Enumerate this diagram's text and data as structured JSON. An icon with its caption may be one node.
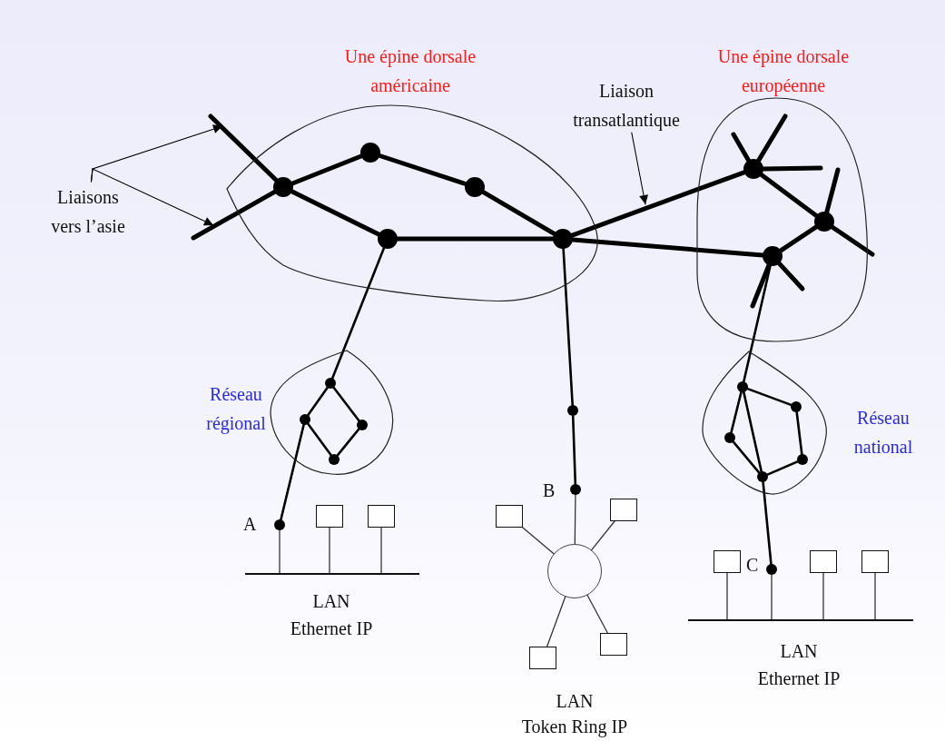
{
  "diagram": {
    "nodes": [
      {
        "text": [
          "Une épine dorsale américaine"
        ]
      },
      {
        "text": [
          "Une épine dorsale européenne"
        ]
      },
      {
        "text": [
          "Réseau régional"
        ]
      },
      {
        "text": [
          "Réseau national"
        ]
      },
      {
        "text": [],
        "shape": "dot",
        "in": 0
      },
      {
        "text": [],
        "shape": "dot",
        "in": 0
      },
      {
        "text": [],
        "shape": "dot",
        "in": 0
      },
      {
        "text": [],
        "shape": "dot",
        "in": 0
      },
      {
        "text": [],
        "shape": "dot",
        "in": 0
      },
      {
        "text": [
          "Liaisons vers l’asie"
        ]
      },
      {
        "text": [
          "Liaison transatlantique"
        ]
      },
      {
        "text": [],
        "shape": "dot",
        "in": 1
      },
      {
        "text": [],
        "shape": "dot",
        "in": 1
      },
      {
        "text": [],
        "shape": "dot",
        "in": 1
      },
      {
        "text": [],
        "shape": "dot",
        "in": 2
      },
      {
        "text": [],
        "shape": "dot",
        "in": 2
      },
      {
        "text": [],
        "shape": "dot",
        "in": 2
      },
      {
        "text": [],
        "shape": "dot",
        "in": 2
      },
      {
        "text": [],
        "shape": "dot",
        "in": 3
      },
      {
        "text": [],
        "shape": "dot",
        "in": 3
      },
      {
        "text": [],
        "shape": "dot",
        "in": 3
      },
      {
        "text": [],
        "shape": "dot",
        "in": 3
      },
      {
        "text": [],
        "shape": "dot",
        "in": 3
      },
      {
        "text": [],
        "shape": "dot"
      },
      {
        "text": [],
        "shape": "dot",
        "beside": [
          "B"
        ]
      },
      {
        "text": [],
        "shape": "dot",
        "beside": [
          "A"
        ]
      },
      {
        "text": [],
        "shape": "box"
      },
      {
        "text": [],
        "shape": "box"
      },
      {
        "text": [],
        "shape": "bar"
      },
      {
        "text": [],
        "shape": "circle"
      },
      {
        "text": [],
        "shape": "box"
      },
      {
        "text": [],
        "shape": "box"
      },
      {
        "text": [],
        "shape": "box"
      },
      {
        "text": [],
        "shape": "box"
      },
      {
        "text": [],
        "shape": "dot",
        "beside": [
          "C"
        ]
      },
      {
        "text": [],
        "shape": "box"
      },
      {
        "text": [],
        "shape": "box"
      },
      {
        "text": [],
        "shape": "box"
      },
      {
        "text": [],
        "shape": "bar"
      }
    ],
    "edges": [
      {
        "from": 4,
        "to": 5,
        "arrow": "none",
        "style": "thick"
      },
      {
        "from": 5,
        "to": 6,
        "arrow": "none",
        "style": "thick"
      },
      {
        "from": 6,
        "to": 8,
        "arrow": "none",
        "style": "thick"
      },
      {
        "from": 4,
        "to": 7,
        "arrow": "none",
        "style": "thick"
      },
      {
        "from": 7,
        "to": 8,
        "arrow": "none",
        "style": "thick"
      },
      {
        "from": 8,
        "to": 11,
        "arrow": "none",
        "style": "thick"
      },
      {
        "from": 8,
        "to": 13,
        "arrow": "none",
        "style": "thick"
      },
      {
        "from": 11,
        "to": 12,
        "arrow": "none",
        "style": "thick"
      },
      {
        "from": 12,
        "to": 13,
        "arrow": "none",
        "style": "thick"
      },
      {
        "from": 4,
        "to": null,
        "arrow": "none",
        "style": "thick"
      },
      {
        "from": 4,
        "to": null,
        "arrow": "none",
        "style": "thick"
      },
      {
        "from": 11,
        "to": null,
        "arrow": "none",
        "style": "thick"
      },
      {
        "from": 11,
        "to": null,
        "arrow": "none",
        "style": "thick"
      },
      {
        "from": 11,
        "to": null,
        "arrow": "none",
        "style": "thick"
      },
      {
        "from": 12,
        "to": null,
        "arrow": "none",
        "style": "thick"
      },
      {
        "from": 12,
        "to": null,
        "arrow": "none",
        "style": "thick"
      },
      {
        "from": 13,
        "to": null,
        "arrow": "none",
        "style": "thick"
      },
      {
        "from": 13,
        "to": null,
        "arrow": "none",
        "style": "thick"
      },
      {
        "from": 9,
        "to": null,
        "arrow": "to"
      },
      {
        "from": 9,
        "to": null,
        "arrow": "to"
      },
      {
        "from": 10,
        "to": null,
        "arrow": "to"
      },
      {
        "from": 7,
        "to": 14,
        "arrow": "none"
      },
      {
        "from": 14,
        "to": 15,
        "arrow": "none"
      },
      {
        "from": 14,
        "to": 16,
        "arrow": "none"
      },
      {
        "from": 16,
        "to": 17,
        "arrow": "none"
      },
      {
        "from": 15,
        "to": 17,
        "arrow": "none"
      },
      {
        "from": 15,
        "to": 25,
        "arrow": "none"
      },
      {
        "from": 8,
        "to": 23,
        "arrow": "none"
      },
      {
        "from": 23,
        "to": 24,
        "arrow": "none"
      },
      {
        "from": 13,
        "to": 18,
        "arrow": "none"
      },
      {
        "from": 18,
        "to": 19,
        "arrow": "none"
      },
      {
        "from": 19,
        "to": 21,
        "arrow": "none"
      },
      {
        "from": 21,
        "to": 22,
        "arrow": "none"
      },
      {
        "from": 22,
        "to": 20,
        "arrow": "none"
      },
      {
        "from": 20,
        "to": 18,
        "arrow": "none"
      },
      {
        "from": 18,
        "to": 22,
        "arrow": "none"
      },
      {
        "from": 22,
        "to": 34,
        "arrow": "none"
      },
      {
        "from": 25,
        "to": 28,
        "arrow": "none"
      },
      {
        "from": 26,
        "to": 28,
        "arrow": "none"
      },
      {
        "from": 27,
        "to": 28,
        "arrow": "none"
      },
      {
        "from": 24,
        "to": 29,
        "arrow": "none"
      },
      {
        "from": 29,
        "to": 30,
        "arrow": "none"
      },
      {
        "from": 29,
        "to": 31,
        "arrow": "none"
      },
      {
        "from": 29,
        "to": 32,
        "arrow": "none"
      },
      {
        "from": 29,
        "to": 33,
        "arrow": "none"
      },
      {
        "from": 35,
        "to": 38,
        "arrow": "none"
      },
      {
        "from": 34,
        "to": 38,
        "arrow": "none"
      },
      {
        "from": 36,
        "to": 38,
        "arrow": "none"
      },
      {
        "from": 37,
        "to": 38,
        "arrow": "none"
      }
    ],
    "labels": [
      "LAN",
      "Ethernet IP",
      "LAN",
      "Token Ring IP",
      "LAN",
      "Ethernet IP"
    ]
  }
}
